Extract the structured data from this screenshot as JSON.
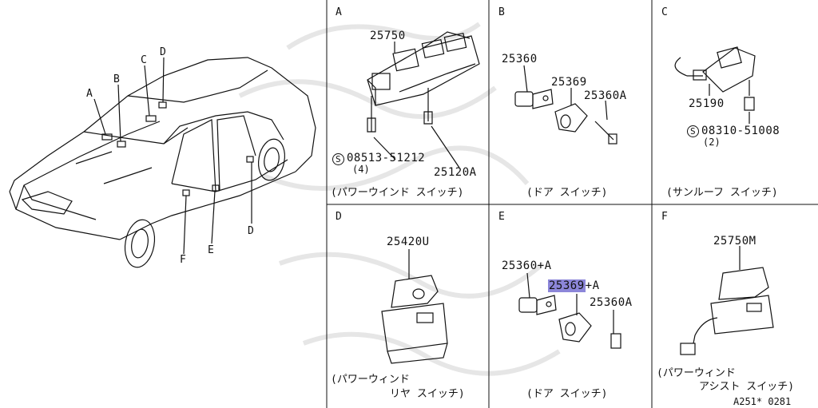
{
  "car": {
    "labels": {
      "A": "A",
      "B": "B",
      "C": "C",
      "D": "D",
      "D2": "D",
      "E": "E",
      "F": "F"
    }
  },
  "panels": {
    "A": {
      "letter": "A",
      "part_main": "25750",
      "bolt_symbol": "S",
      "bolt": "08513-51212",
      "bolt_qty": "(4)",
      "part_screw": "25120A",
      "caption": "(パワーウインド スイッチ)"
    },
    "B": {
      "letter": "B",
      "part1": "25360",
      "part2": "25369",
      "part3": "25360A",
      "caption": "(ドア スイッチ)"
    },
    "C": {
      "letter": "C",
      "part1": "25190",
      "bolt_symbol": "S",
      "bolt": "08310-51008",
      "bolt_qty": "(2)",
      "caption": "(サンルーフ スイッチ)"
    },
    "D": {
      "letter": "D",
      "part1": "25420U",
      "caption_line1": "(パワーウィンド",
      "caption_line2": "リヤ スイッチ)"
    },
    "E": {
      "letter": "E",
      "part1": "25360+A",
      "part2_highlight": "25369",
      "part2_suffix": "+A",
      "part3": "25360A",
      "caption": "(ドア スイッチ)"
    },
    "F": {
      "letter": "F",
      "part1": "25750M",
      "caption_line1": "(パワーウィンド",
      "caption_line2": "アシスト スイッチ)",
      "ref": "A251* 0281"
    }
  },
  "colors": {
    "line": "#111111",
    "highlight": "#8c86d9",
    "watermark": "#e6e6e6"
  }
}
